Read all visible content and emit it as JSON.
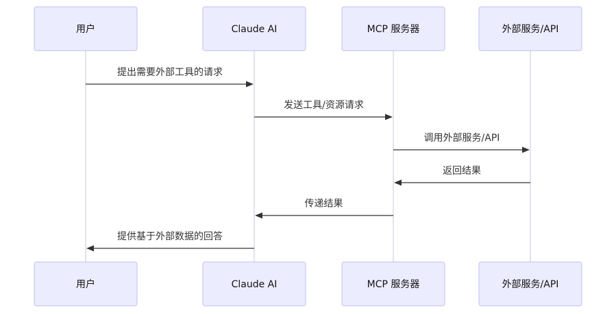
{
  "actors": [
    {
      "id": "user",
      "label": "用户"
    },
    {
      "id": "claude",
      "label": "Claude AI"
    },
    {
      "id": "mcp",
      "label": "MCP 服务器"
    },
    {
      "id": "external",
      "label": "外部服务/API"
    }
  ],
  "messages": [
    {
      "from": "user",
      "to": "claude",
      "label": "提出需要外部工具的请求"
    },
    {
      "from": "claude",
      "to": "mcp",
      "label": "发送工具/资源请求"
    },
    {
      "from": "mcp",
      "to": "external",
      "label": "调用外部服务/API"
    },
    {
      "from": "external",
      "to": "mcp",
      "label": "返回结果"
    },
    {
      "from": "mcp",
      "to": "claude",
      "label": "传递结果"
    },
    {
      "from": "claude",
      "to": "user",
      "label": "提供基于外部数据的回答"
    }
  ],
  "colors": {
    "actor_fill": "#ececff",
    "actor_stroke": "#c9c9ef",
    "lifeline": "#cfcfe6",
    "message": "#333333"
  }
}
